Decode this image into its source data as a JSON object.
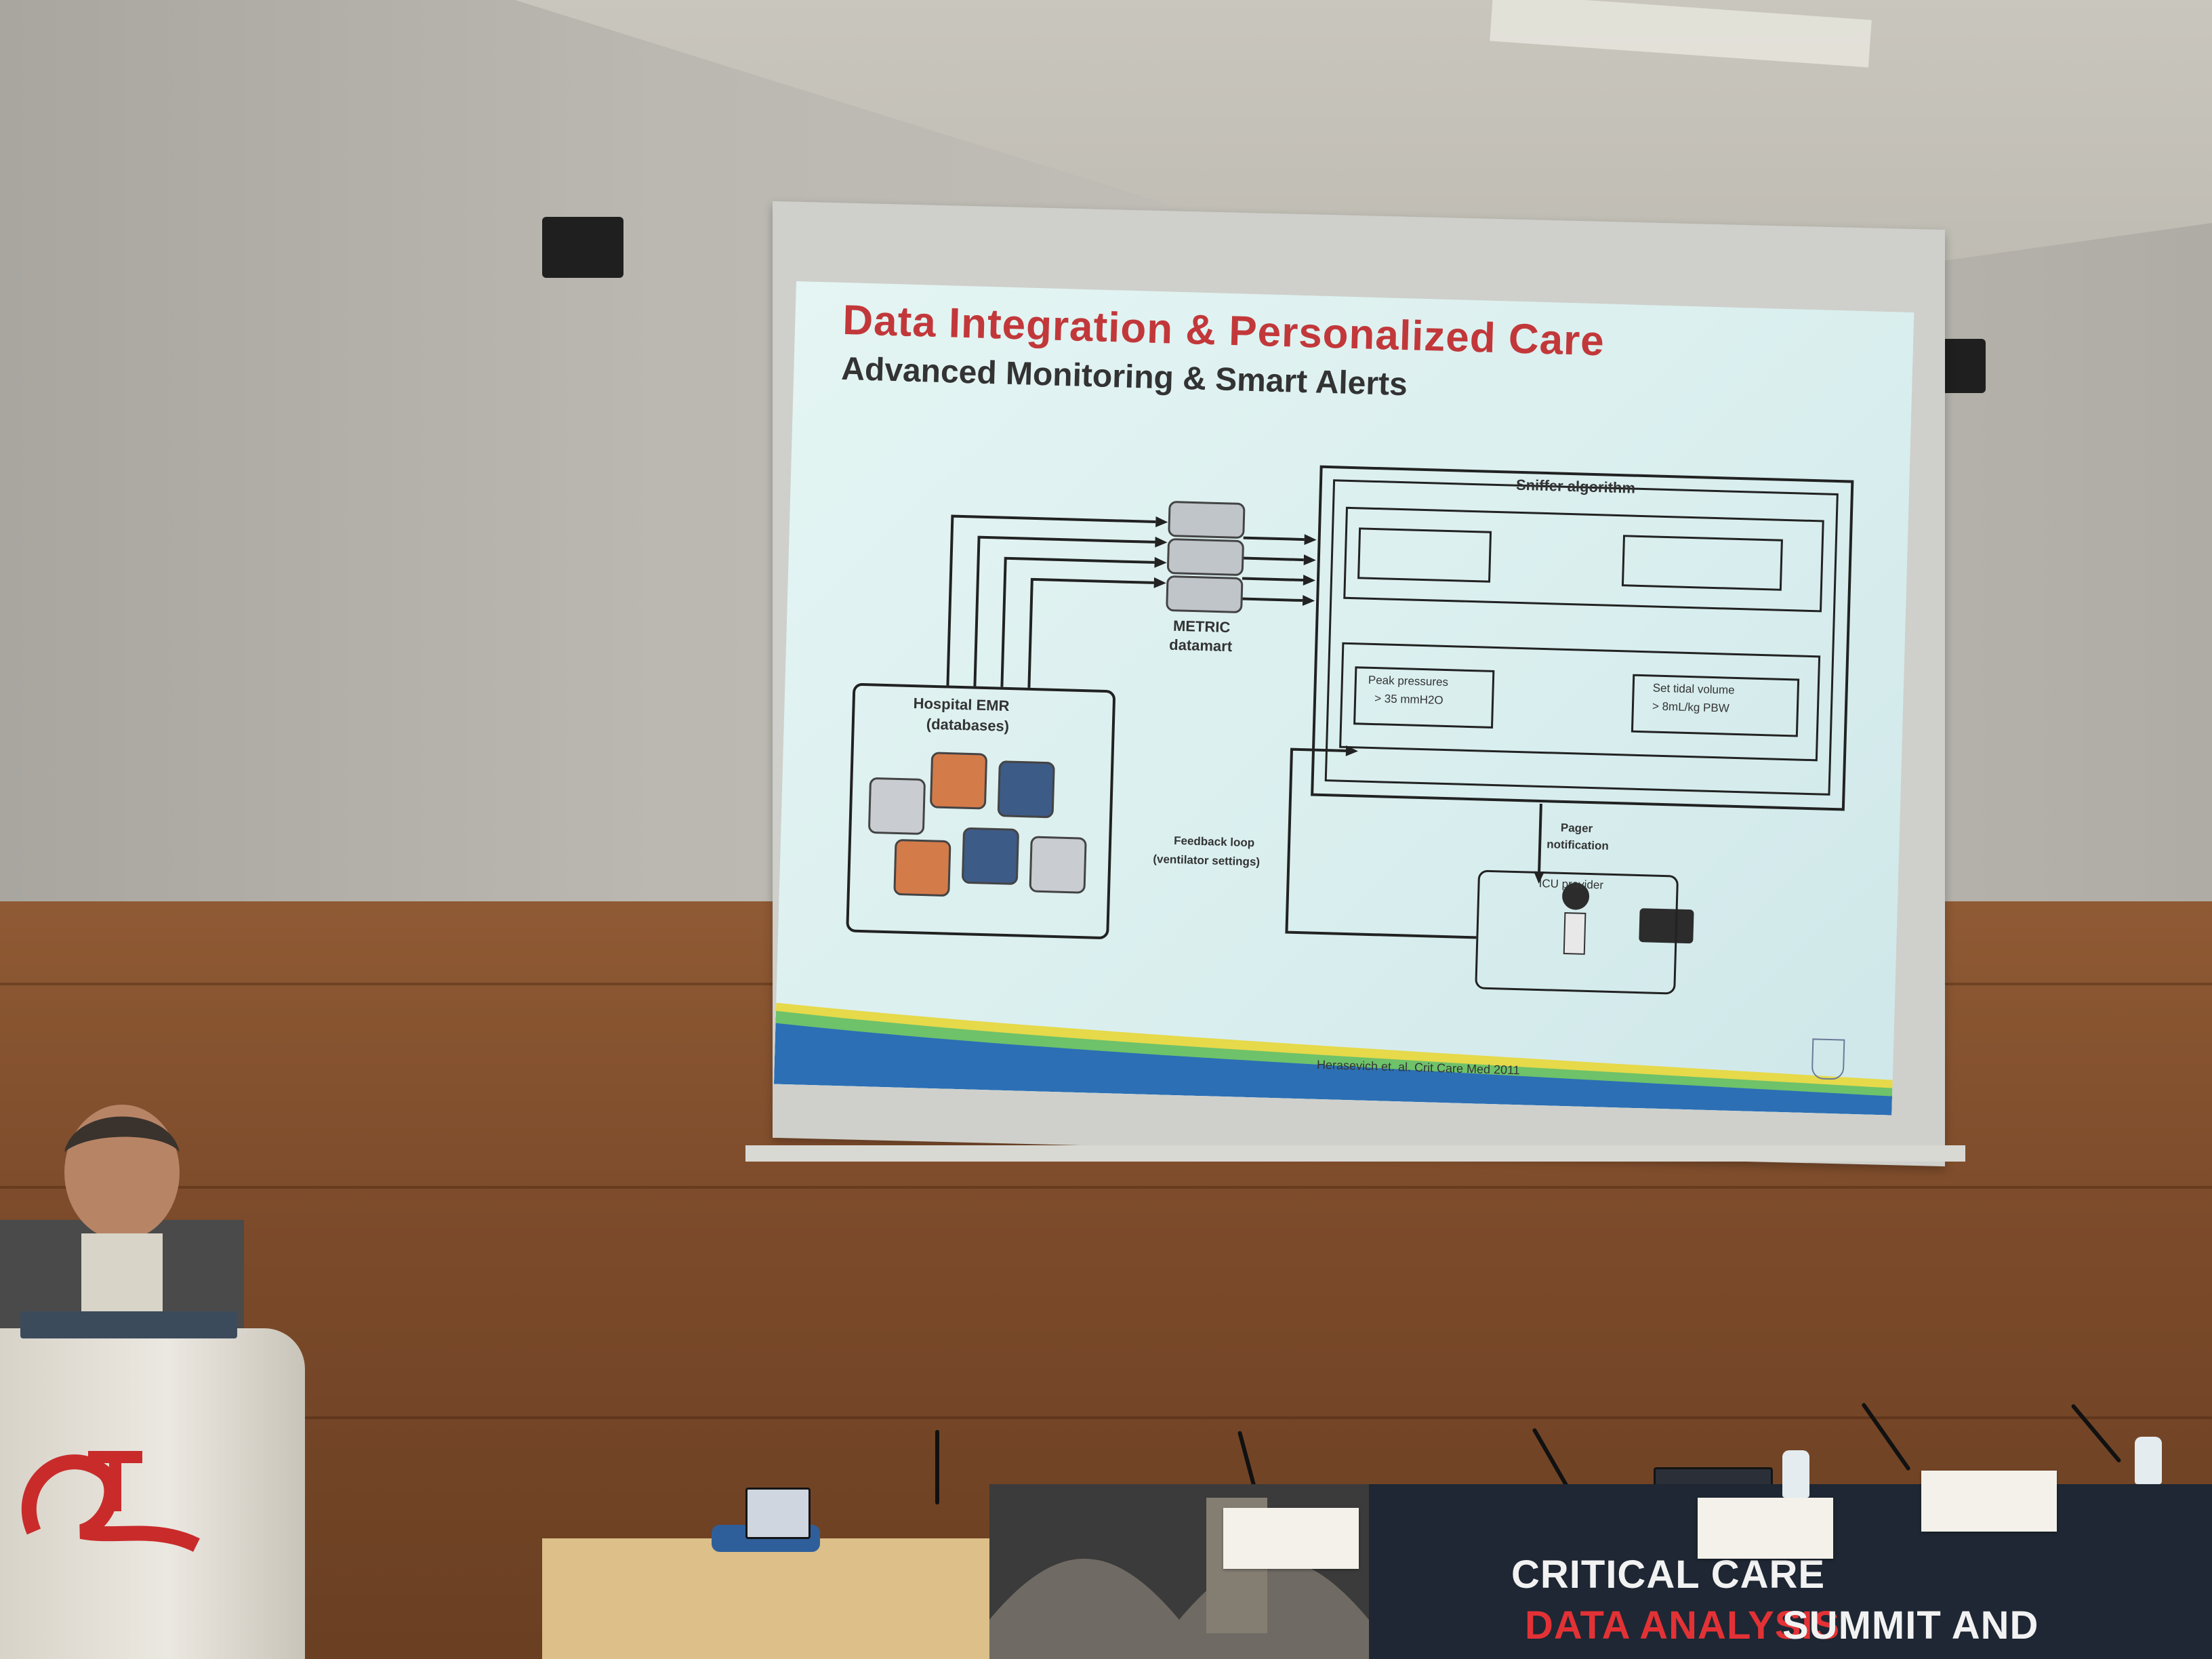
{
  "slide": {
    "title": "Data Integration & Personalized Care",
    "subtitle": "Advanced Monitoring & Smart Alerts",
    "citation": "Herasevich et. al. Crit Care Med 2011"
  },
  "diagram": {
    "datamart_label_1": "METRIC",
    "datamart_label_2": "datamart",
    "emr_label_1": "Hospital EMR",
    "emr_label_2": "(databases)",
    "sniffer_label": "Sniffer algorithm",
    "pager_label_1": "Pager",
    "pager_label_2": "notification",
    "feedback_label_1": "Feedback loop",
    "feedback_label_2": "(ventilator settings)",
    "provider_label": "ICU provider",
    "set_tidal_1": "Set tidal volume",
    "set_tidal_2": "> 8mL/kg PBW",
    "peak_1": "Peak pressures",
    "peak_2": "> 35 mmH2O"
  },
  "banner": {
    "line1": "CRITICAL CARE",
    "line2_red": "DATA ANALYSIS",
    "line2_white": "SUMMIT AND"
  },
  "colors": {
    "slide_title": "#c2383a",
    "banner_bg": "#1e2733",
    "banner_red": "#e33236",
    "wood": "#7b4a2a"
  }
}
